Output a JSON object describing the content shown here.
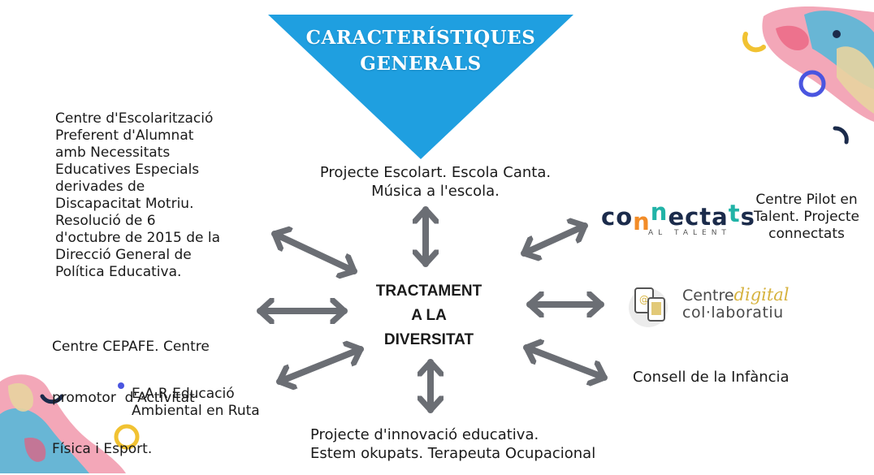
{
  "title": {
    "line1": "CARACTERÍSTIQUES",
    "line2": "GENERALS"
  },
  "center": {
    "line1": "TRACTAMENT",
    "line2": "A LA",
    "line3": "DIVERSITAT"
  },
  "items": {
    "ceepsir": {
      "lines": [
        "Centre d'Escolarització",
        "Preferent d'Alumnat",
        "amb Necessitats",
        "Educatives Especials",
        "derivades de",
        "Discapacitat Motriu.",
        "Resolució de 6",
        "d'octubre de 2015 de la",
        "Direcció General de",
        "Política Educativa."
      ]
    },
    "escolart": {
      "line1": "Projecte Escolart. Escola Canta.",
      "line2": "Música a l'escola."
    },
    "pilot": {
      "line1": "Centre Pilot en",
      "line2": "Talent. Projecte",
      "line3": "connectats"
    },
    "cepafe": {
      "line1": "Centre CEPAFE. Centre",
      "line2": "promotor  d'Activitat",
      "line3": "Física i Esport."
    },
    "ear": {
      "line1": "E.A.R Educació",
      "line2": "Ambiental en Ruta"
    },
    "infancia": {
      "label": "Consell de la Infància"
    },
    "innovacio": {
      "line1": "Projecte d'innovació educativa.",
      "line2": "Estem okupats. Terapeuta Ocupacional"
    }
  },
  "logos": {
    "connectats": {
      "text_pre": "co",
      "text_n1": "n",
      "text_n2": "n",
      "text_mid": "ecta",
      "text_t": "t",
      "text_post": "s",
      "sub": "AL TALENT"
    },
    "centre_digital": {
      "word1": "Centre",
      "word2": "digital",
      "word3": "col·laboratiu"
    }
  },
  "colors": {
    "triangle": "#1f9fe0",
    "arrow": "#6b6e74",
    "connectats_navy": "#1b2b4b",
    "connectats_orange": "#f28c28",
    "connectats_teal": "#21b3a7",
    "digital_gold": "#d6b23e",
    "accent_blue": "#4a55e0",
    "accent_yellow": "#f1c232"
  }
}
